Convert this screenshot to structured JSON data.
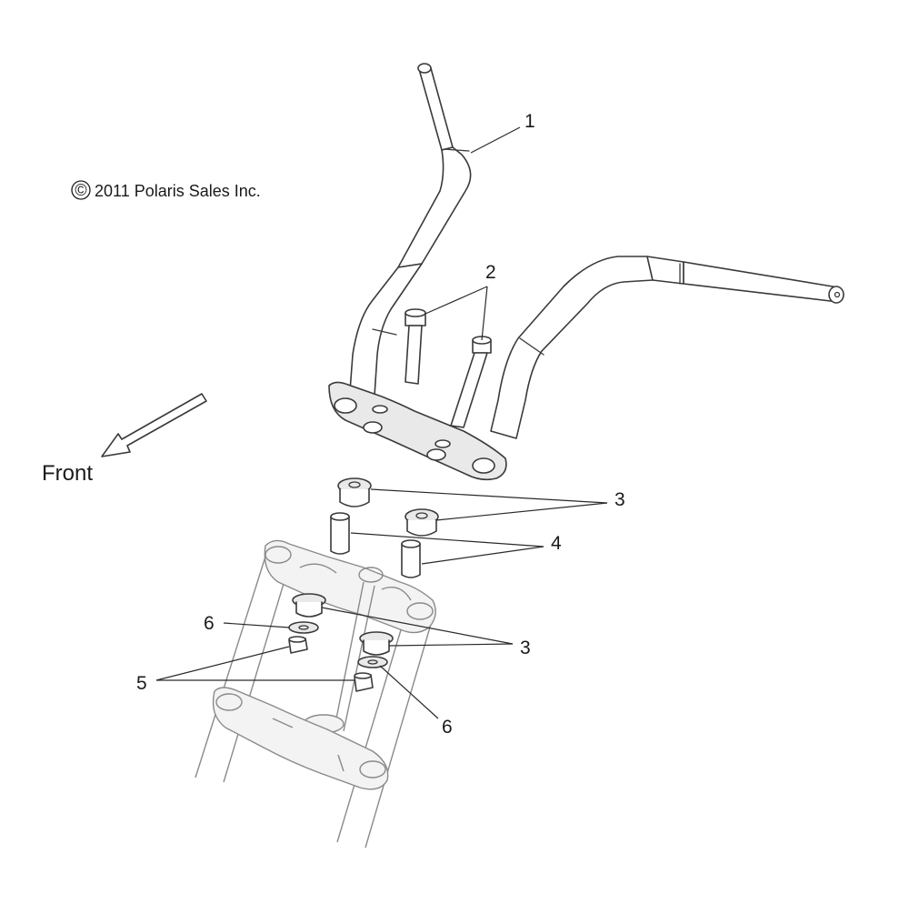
{
  "copyright": "2011 Polaris Sales Inc.",
  "copyright_symbol": "©",
  "direction_label": "Front",
  "callouts": {
    "handlebar": "1",
    "bolts": "2",
    "bushing_upper": "3",
    "spacers": "4",
    "bushing_lower": "3",
    "nuts": "5",
    "washer_left": "6",
    "washer_right": "6"
  },
  "colors": {
    "line": "#3a3a3a",
    "ghost": "#8a8a8a",
    "background": "#ffffff"
  }
}
